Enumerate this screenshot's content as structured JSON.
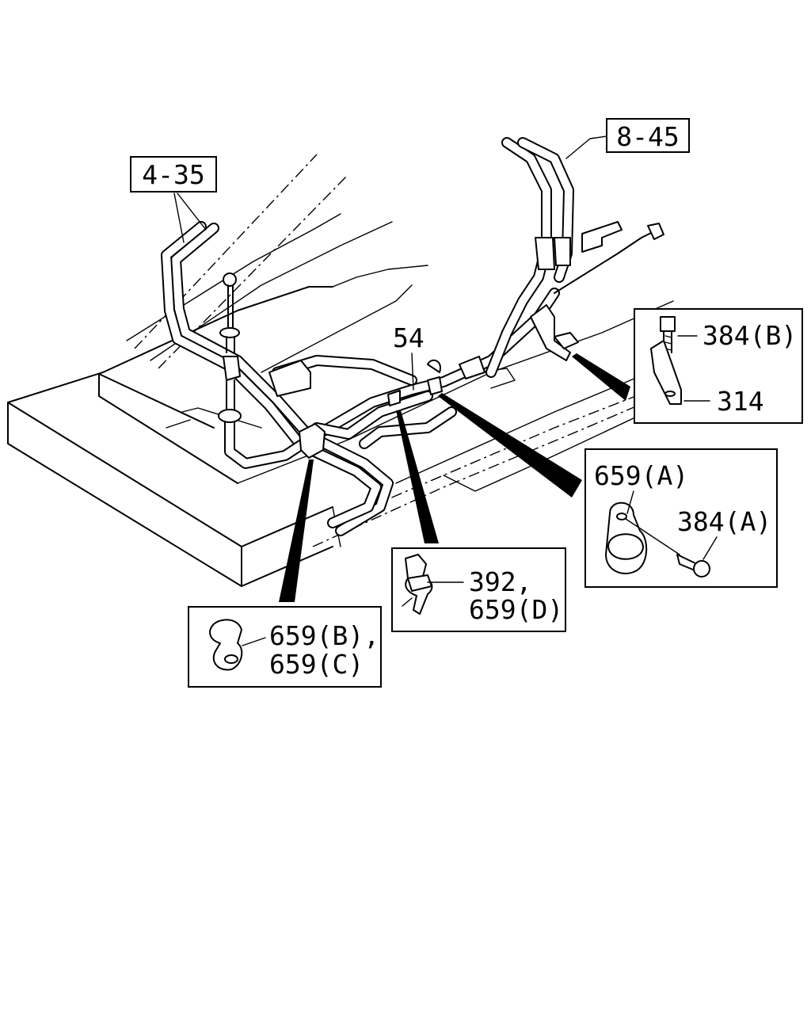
{
  "refs": {
    "ref_4_35": "4-35",
    "ref_8_45": "8-45"
  },
  "callouts": {
    "c54": "54",
    "c384b": "384(B)",
    "c314": "314",
    "c659a": "659(A)",
    "c384a": "384(A)",
    "c392": "392,",
    "c659d": "659(D)",
    "c659b": "659(B),",
    "c659c": "659(C)"
  }
}
